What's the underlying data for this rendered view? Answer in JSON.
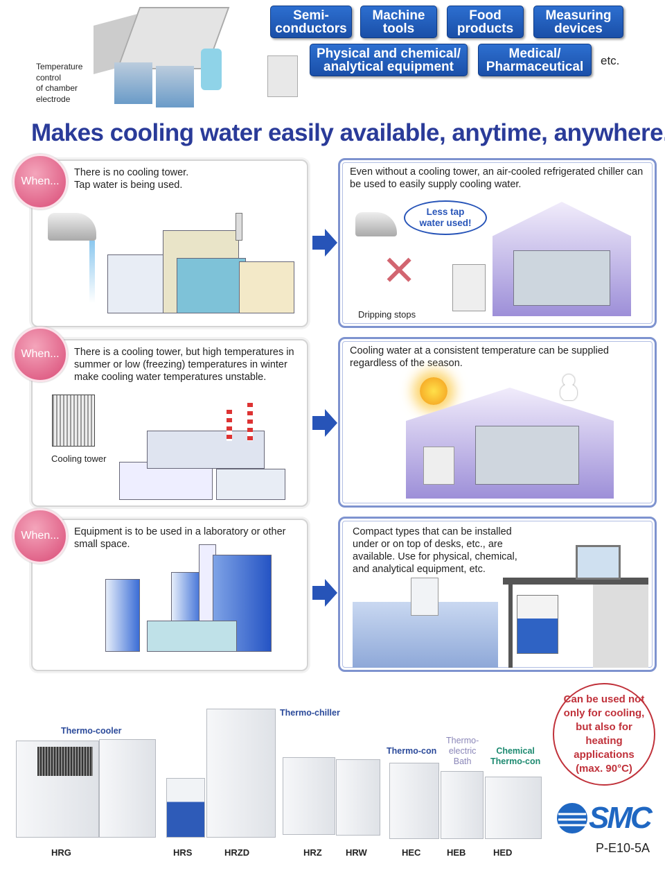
{
  "top": {
    "caption": "Temperature\ncontrol\nof chamber\nelectrode",
    "tags": [
      "Semi-\nconductors",
      "Machine\ntools",
      "Food\nproducts",
      "Measuring\ndevices",
      "Physical and chemical/\nanalytical equipment",
      "Medical/\nPharmaceutical"
    ],
    "etc": "etc."
  },
  "title": "Makes cooling water easily available, anytime, anywhere.",
  "when_label": "When...",
  "rows": [
    {
      "problem": "There is no cooling tower.\nTap water is being used.",
      "solution": "Even without a cooling tower, an air-cooled refrigerated chiller can be used to easily supply cooling water.",
      "bubble": "Less tap water used!",
      "note": "Dripping stops"
    },
    {
      "problem": "There is a cooling tower, but high temperatures in summer or low (freezing) temperatures in winter make cooling water temperatures unstable.",
      "solution": "Cooling water at a consistent temperature can be supplied regardless of the season.",
      "note": "Cooling tower"
    },
    {
      "problem": "Equipment is to be used in a laboratory or other small space.",
      "solution": "Compact types that can be installed under or on top of desks, etc., are available. Use for physical, chemical, and analytical equipment, etc."
    }
  ],
  "products": {
    "categories": {
      "thermo_cooler": "Thermo-cooler",
      "thermo_chiller": "Thermo-chiller",
      "thermo_con": "Thermo-con",
      "thermo_electric": "Thermo-\nelectric\nBath",
      "chemical": "Chemical\nThermo-con"
    },
    "models": [
      "HRG",
      "HRS",
      "HRZD",
      "HRZ",
      "HRW",
      "HEC",
      "HEB",
      "HED"
    ],
    "heating_note": "Can be used not only for cooling, but also for heating applications (max. 90°C)",
    "brand": "SMC",
    "code": "P-E10-5A"
  },
  "colors": {
    "title": "#2a3b99",
    "tag": "#1f5cbf",
    "when": "#d94a76",
    "note": "#c0313a"
  }
}
